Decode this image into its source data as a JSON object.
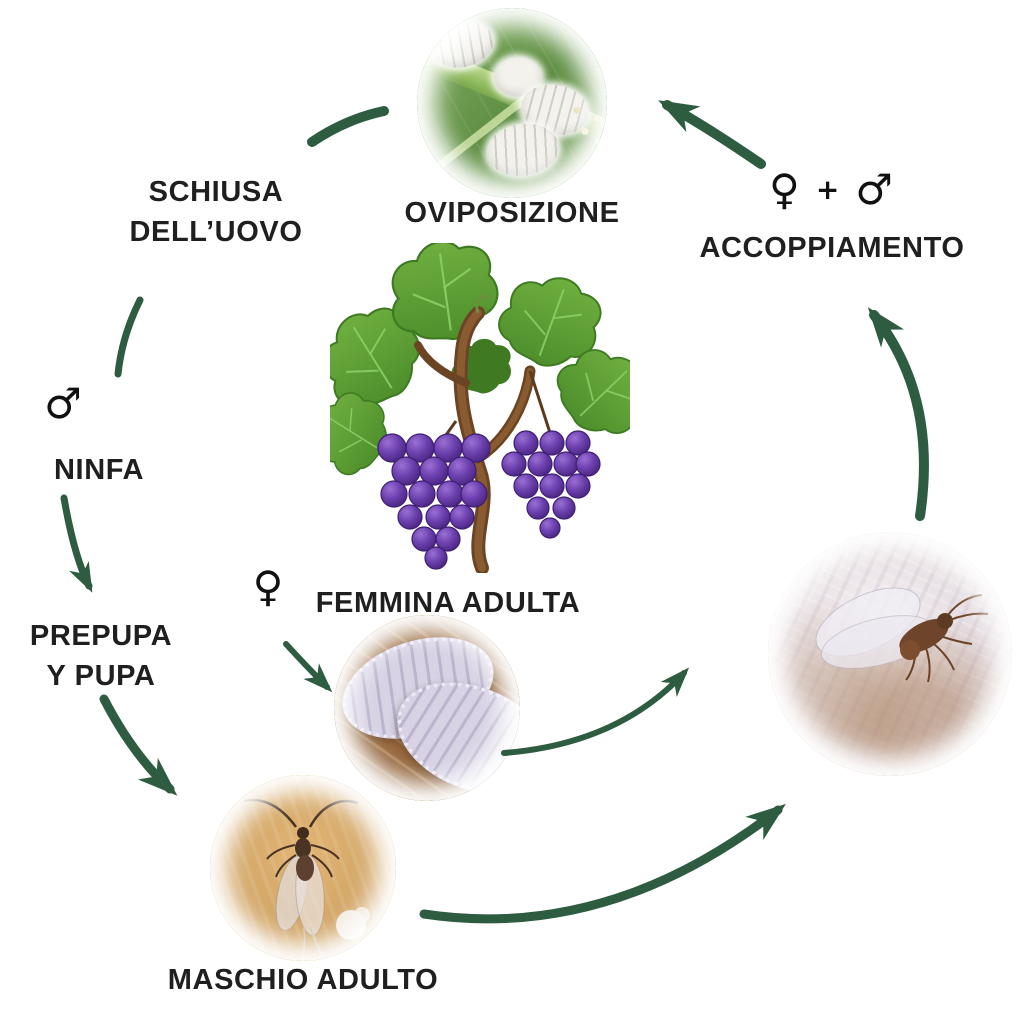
{
  "stages": {
    "oviposizione": {
      "label": "OVIPOSIZIONE"
    },
    "accoppiamento": {
      "label": "ACCOPPIAMENTO",
      "female_symbol": "♀",
      "plus_sign": "+",
      "male_symbol": "♂"
    },
    "schiusa_delluovo": {
      "line1": "SCHIUSA",
      "line2": "DELL’UOVO"
    },
    "ninfa": {
      "label": "NINFA",
      "male_symbol": "♂"
    },
    "prepupa_y_pupa": {
      "line1": "PREPUPA",
      "line2": "Y PUPA"
    },
    "femmina_adulta": {
      "label": "FEMMINA ADULTA",
      "female_symbol": "♀"
    },
    "maschio_adulto": {
      "label": "MASCHIO ADULTO"
    }
  },
  "colors": {
    "arrow_green": "#2d5c40",
    "label_text": "#1f1f1f"
  }
}
